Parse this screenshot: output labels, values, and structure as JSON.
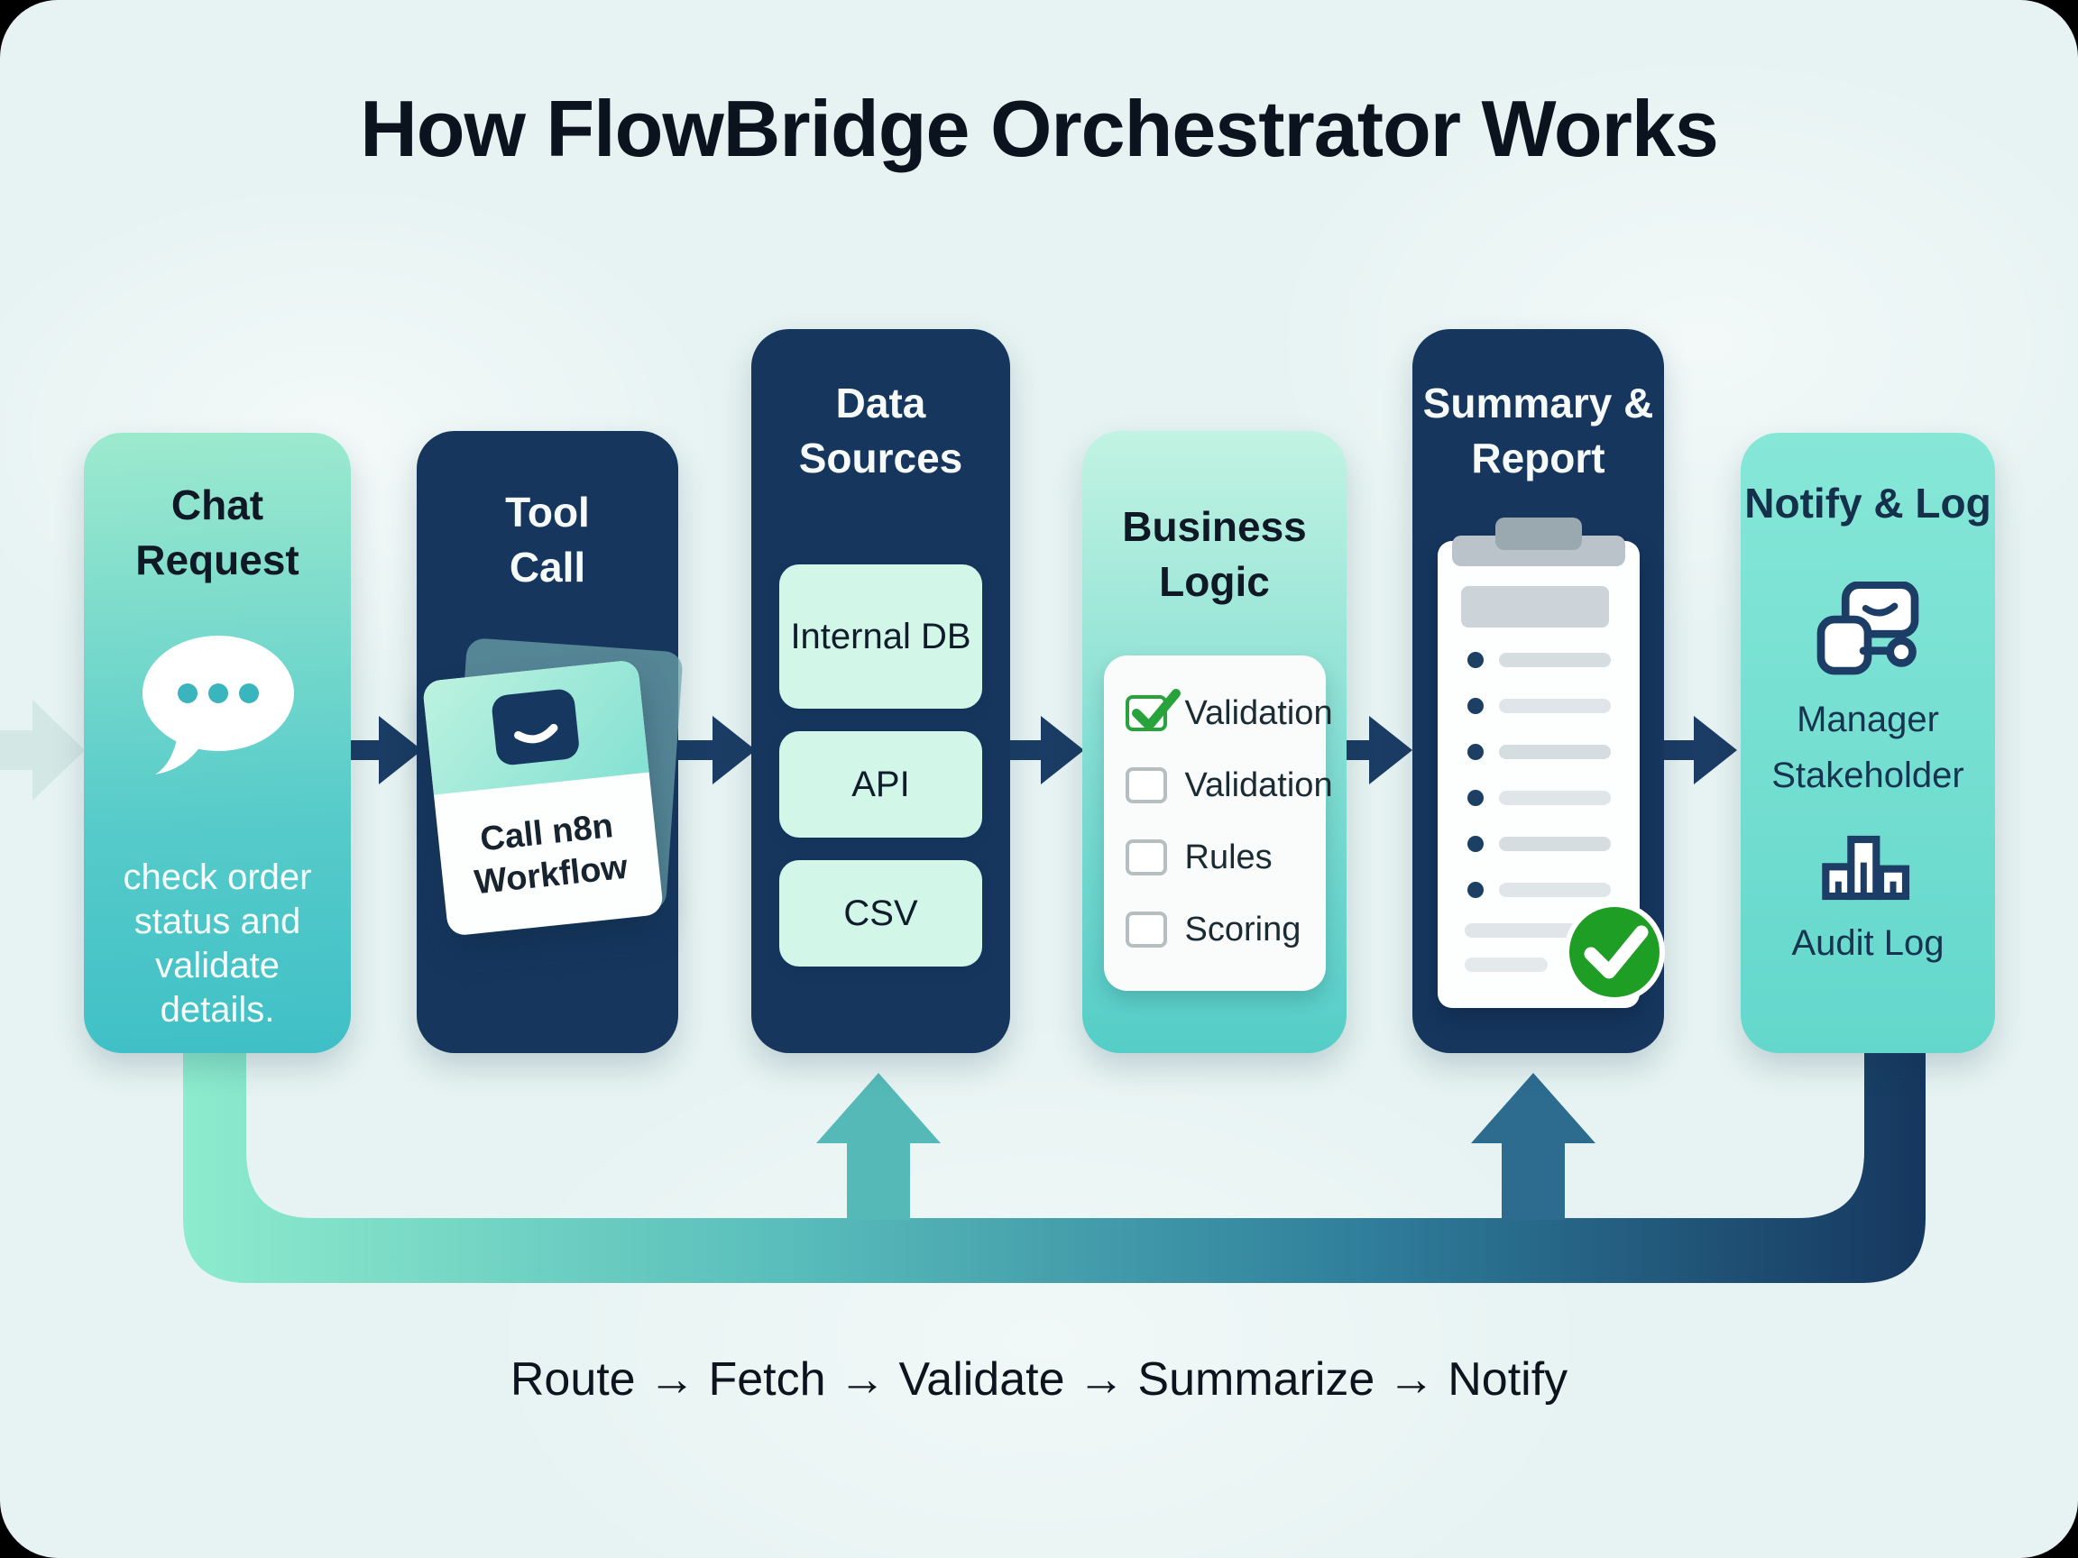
{
  "title": "How FlowBridge Orchestrator Works",
  "caption": "Route → Fetch → Validate → Summarize → Notify",
  "colors": {
    "background": "#e6f3f2",
    "navy_card": "#16365e",
    "teal_accent": "#3fc0c6",
    "mint_accent": "#9deace",
    "green_check": "#22a026",
    "loop_gradient_start": "#8deccd",
    "loop_gradient_end": "#16375f"
  },
  "cards": {
    "chat_request": {
      "title": "Chat Request",
      "description": "check order status and validate details.",
      "icon": "chat-bubble-icon"
    },
    "tool_call": {
      "title": "Tool Call",
      "card_label": "Call n8n Workflow",
      "icon": "chat-card-icon"
    },
    "data_sources": {
      "title": "Data Sources",
      "items": [
        "Internal DB",
        "API",
        "CSV"
      ]
    },
    "business_logic": {
      "title": "Business Logic",
      "checklist": [
        {
          "label": "Validation",
          "checked": true
        },
        {
          "label": "Validation",
          "checked": false
        },
        {
          "label": "Rules",
          "checked": false
        },
        {
          "label": "Scoring",
          "checked": false
        }
      ]
    },
    "summary_report": {
      "title": "Summary & Report",
      "icon": "clipboard-icon",
      "badge_icon": "green-check-icon"
    },
    "notify_log": {
      "title": "Notify & Log",
      "recipients": [
        "Manager",
        "Stakeholder"
      ],
      "log_label": "Audit Log",
      "icons": [
        "manager-person-icon",
        "bar-chart-icon"
      ]
    }
  }
}
